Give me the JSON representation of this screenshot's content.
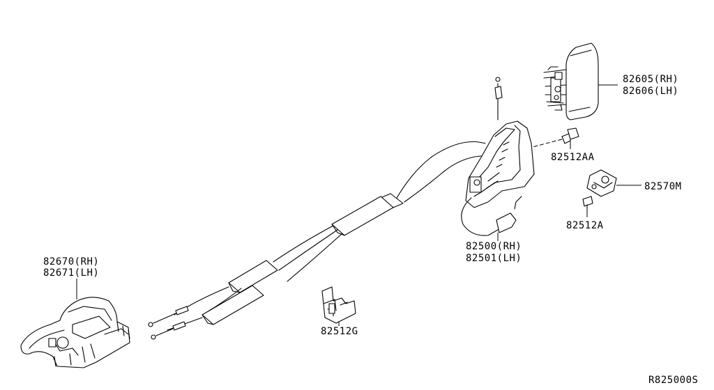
{
  "diagram": {
    "labels": {
      "p82605": "82605(RH)",
      "p82606": "82606(LH)",
      "p82512AA": "82512AA",
      "p82570M": "82570M",
      "p82512A": "82512A",
      "p82500": "82500(RH)",
      "p82501": "82501(LH)",
      "p82670": "82670(RH)",
      "p82671": "82671(LH)",
      "p82512G": "82512G",
      "ref": "R825000S"
    }
  }
}
